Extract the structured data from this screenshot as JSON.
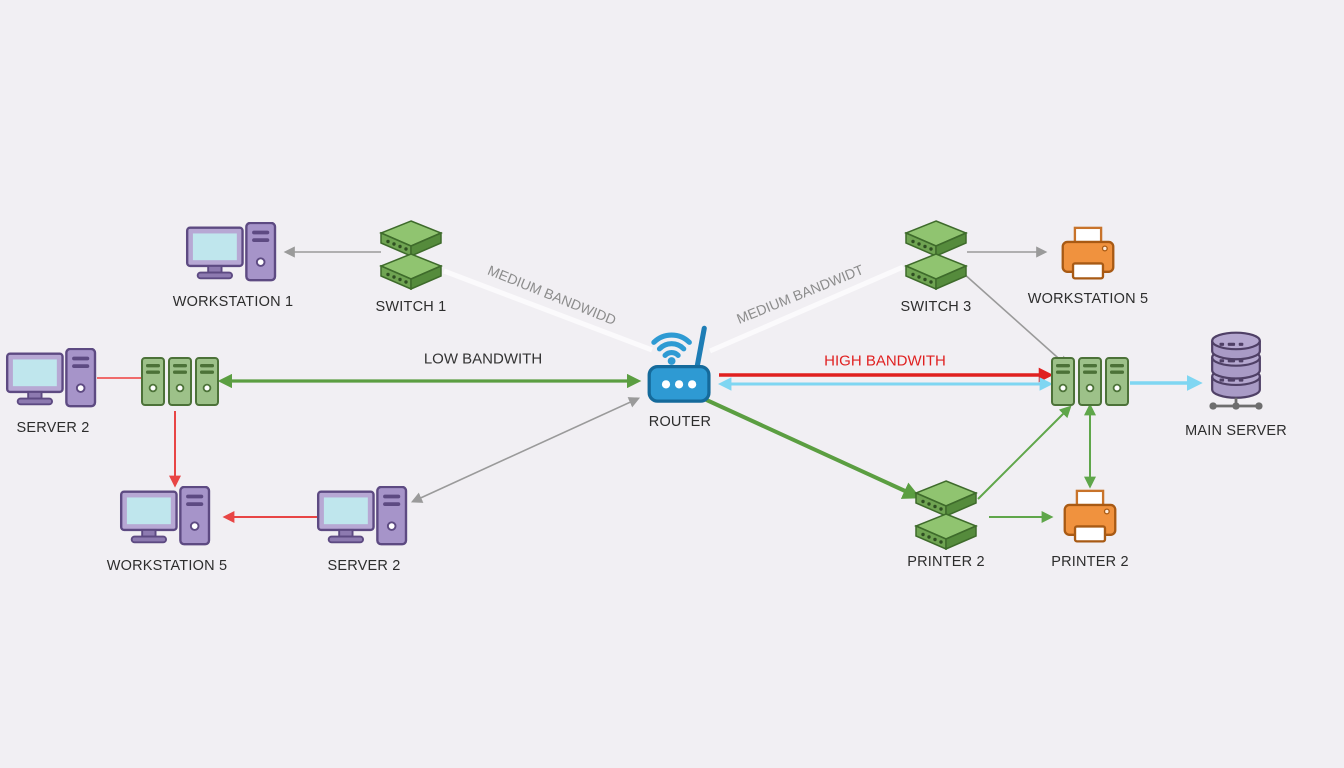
{
  "diagram": {
    "title": "network-bandwidth-diagram",
    "background": "#f1eff3",
    "nodes": {
      "workstation1": {
        "label": "WORKSTATION 1",
        "type": "workstation"
      },
      "switch1": {
        "label": "SWITCH 1",
        "type": "switch-stack"
      },
      "router": {
        "label": "ROUTER",
        "type": "wifi-router"
      },
      "switch3": {
        "label": "SWITCH 3",
        "type": "switch-stack"
      },
      "workstation5_top": {
        "label": "WORKSTATION 5",
        "type": "printer"
      },
      "server2_left": {
        "label": "SERVER 2",
        "type": "workstation"
      },
      "rack_left": {
        "label": "",
        "type": "server-rack"
      },
      "rack_right": {
        "label": "",
        "type": "server-rack"
      },
      "main_server": {
        "label": "MAIN SERVER",
        "type": "database"
      },
      "printer2_switch": {
        "label": "PRINTER 2",
        "type": "switch-stack"
      },
      "printer2_printer": {
        "label": "PRINTER 2",
        "type": "printer"
      },
      "workstation5_bottom": {
        "label": "WORKSTATION 5",
        "type": "workstation"
      },
      "server2_bottom": {
        "label": "SERVER 2",
        "type": "workstation"
      }
    },
    "edge_labels": {
      "low": {
        "text": "LOW BANDWITH",
        "color": "#333333"
      },
      "high": {
        "text": "HIGH BANDWITH",
        "color": "#e02020"
      },
      "medium_left": {
        "text": "MEDIUM BANDWIDD",
        "color": "#8c8c8c"
      },
      "medium_right": {
        "text": "MEDIUM BANDWIDT",
        "color": "#8c8c8c"
      }
    },
    "colors": {
      "green_link": "#5b9e41",
      "red_link": "#e02020",
      "light_red_link": "#f06a6a",
      "blue_link": "#7fd6f2",
      "gray_link": "#9a9a9a",
      "white_link": "#fbfafc"
    }
  }
}
